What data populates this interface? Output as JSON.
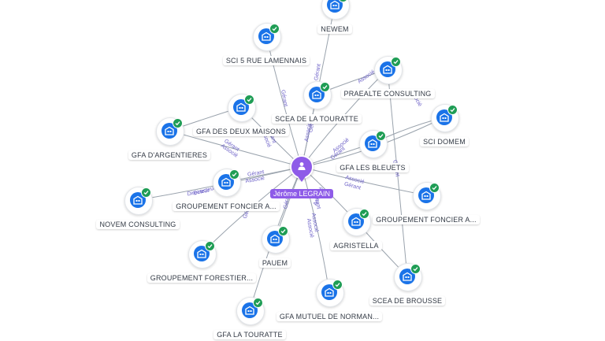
{
  "center": {
    "name": "Jérôme LEGRAIN",
    "icon": "person-icon"
  },
  "nodes": [
    {
      "id": "newem",
      "label": "NEWEM"
    },
    {
      "id": "sci5",
      "label": "SCI 5 RUE LAMENNAIS"
    },
    {
      "id": "praealte",
      "label": "PRAEALTE CONSULTING"
    },
    {
      "id": "scea_tourette",
      "label": "SCEA DE LA TOURATTE"
    },
    {
      "id": "gfa_deux",
      "label": "GFA DES DEUX MAISONS"
    },
    {
      "id": "sci_domem",
      "label": "SCI DOMEM"
    },
    {
      "id": "gfa_arg",
      "label": "GFA D'ARGENTIERES"
    },
    {
      "id": "gfa_bleuets",
      "label": "GFA LES BLEUETS"
    },
    {
      "id": "groupement_a1",
      "label": "GROUPEMENT FONCIER A..."
    },
    {
      "id": "novem",
      "label": "NOVEM CONSULTING"
    },
    {
      "id": "groupement_a2",
      "label": "GROUPEMENT FONCIER A..."
    },
    {
      "id": "agristella",
      "label": "AGRISTELLA"
    },
    {
      "id": "pauem",
      "label": "PAUEM"
    },
    {
      "id": "groupement_forest",
      "label": "GROUPEMENT FORESTIER..."
    },
    {
      "id": "scea_brousse",
      "label": "SCEA DE BROUSSE"
    },
    {
      "id": "gfa_mutuel",
      "label": "GFA MUTUEL DE NORMAN..."
    },
    {
      "id": "gfa_tourette",
      "label": "GFA LA TOURATTE"
    }
  ],
  "edge_labels": [
    "Gérant",
    "Associé",
    "Directeur",
    "Gérant",
    "Associé",
    "Gérant",
    "Associé",
    "Gérant",
    "Gérant",
    "Associé",
    "Gérant",
    "Associé",
    "Gérant",
    "Associé",
    "Gérant",
    "Associé",
    "Gérant",
    "Gérant",
    "Associé",
    "Associé",
    "Directeur",
    "Gérant",
    "Associé",
    "Gérant",
    "Associé"
  ],
  "icons": {
    "company": "building-icon",
    "verified": "check-icon"
  },
  "colors": {
    "company": "#1a73e8",
    "verified": "#1f9d55",
    "person": "#8e5be8",
    "edge_text": "#6b5fc7"
  }
}
